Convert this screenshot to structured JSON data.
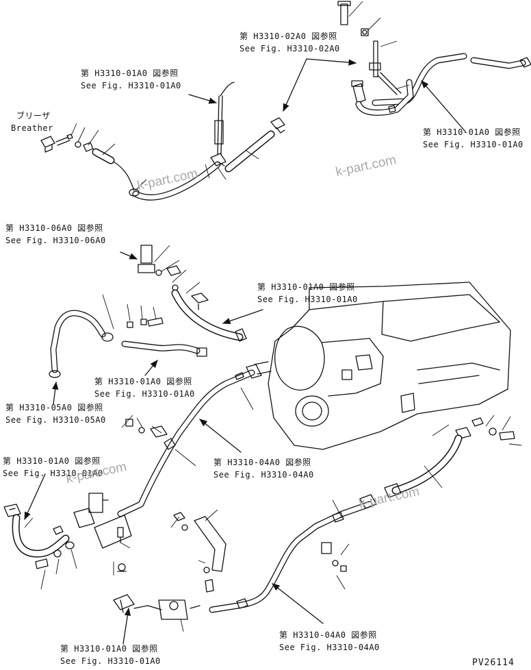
{
  "labels": {
    "ref_top_center_jp": "第 H3310-02A0 図参照",
    "ref_top_center_en": "See Fig. H3310-02A0",
    "ref_top_left_jp": "第 H3310-01A0 図参照",
    "ref_top_left_en": "See Fig. H3310-01A0",
    "ref_top_right_jp": "第 H3310-01A0 図参照",
    "ref_top_right_en": "See Fig. H3310-01A0",
    "breather_jp": "ブリーザ",
    "breather_en": "Breather",
    "ref_mid_a_jp": "第 H3310-06A0 図参照",
    "ref_mid_a_en": "See Fig. H3310-06A0",
    "ref_mid_b_jp": "第 H3310-01A0 図参照",
    "ref_mid_b_en": "See Fig. H3310-01A0",
    "ref_mid_c_jp": "第 H3310-01A0 図参照",
    "ref_mid_c_en": "See Fig. H3310-01A0",
    "ref_mid_d_jp": "第 H3310-05A0 図参照",
    "ref_mid_d_en": "See Fig. H3310-05A0",
    "ref_mid_e_jp": "第 H3310-04A0 図参照",
    "ref_mid_e_en": "See Fig. H3310-04A0",
    "ref_low_left_jp": "第 H3310-01A0 図参照",
    "ref_low_left_en": "See Fig. H3310-01A0",
    "ref_low_right_jp": "第 H3310-04A0 図参照",
    "ref_low_right_en": "See Fig. H3310-04A0",
    "ref_bottom_jp": "第 H3310-01A0 図参照",
    "ref_bottom_en": "See Fig. H3310-01A0"
  },
  "watermarks": [
    "k-part.com",
    "k-part.com",
    "k-part.com",
    "k-part.com"
  ],
  "drawing_id": "PV26114"
}
